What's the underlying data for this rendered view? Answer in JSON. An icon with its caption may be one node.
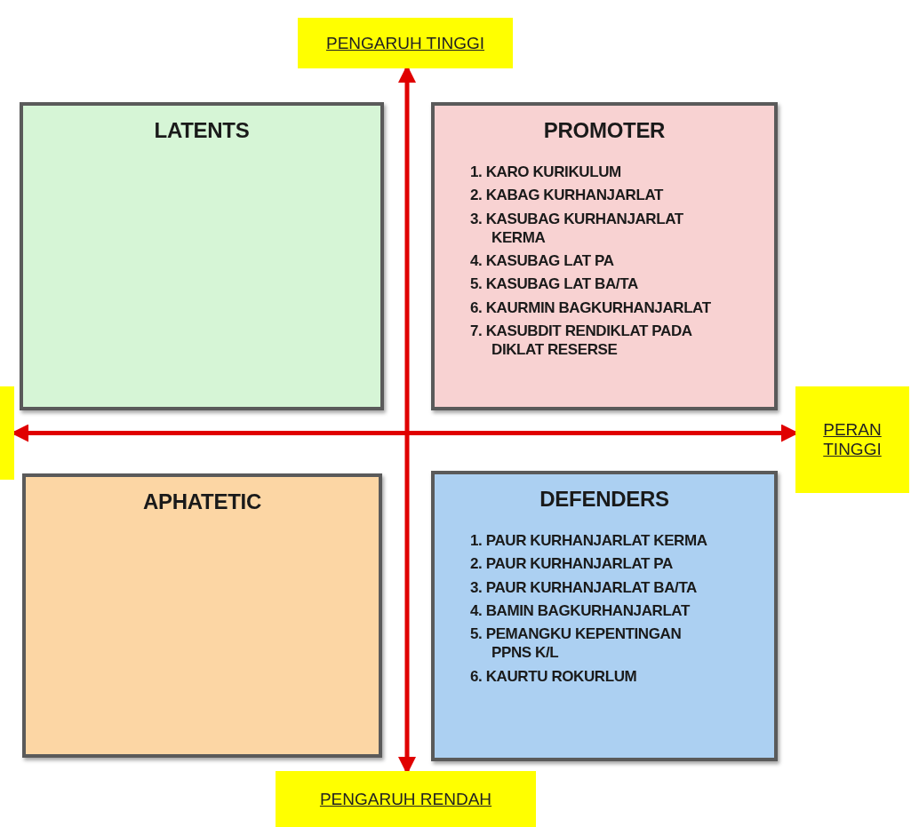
{
  "diagram": {
    "nodes": [
      {
        "text": [
          "PENGARUH TINGGI"
        ]
      },
      {
        "text": [
          "LATENTS"
        ]
      },
      {
        "text": [
          "PROMOTER",
          "1. KARO KURIKULUM",
          "2. KABAG KURHANJARLAT",
          "3. KASUBAG KURHANJARLAT KERMA",
          "4. KASUBAG LAT PA",
          "5. KASUBAG LAT BA/TA",
          "6. KAURMIN BAGKURHANJARLAT",
          "7. KASUBDIT RENDIKLAT PADA DIKLAT RESERSE"
        ]
      },
      {
        "text": [],
        "shape": "box"
      },
      {
        "text": [
          "PERAN TINGGI"
        ]
      },
      {
        "text": [
          "APHATETIC"
        ]
      },
      {
        "text": [
          "DEFENDERS",
          "1. PAUR KURHANJARLAT KERMA",
          "2. PAUR KURHANJARLAT PA",
          "3. PAUR KURHANJARLAT BA/TA",
          "4. BAMIN BAGKURHANJARLAT",
          "5. PEMANGKU KEPENTINGAN PPNS K/L",
          "6. KAURTU ROKURLUM"
        ]
      },
      {
        "text": [
          "PENGARUH RENDAH"
        ]
      }
    ],
    "edges": [
      {
        "from": 0,
        "to": 7,
        "arrow": "both"
      },
      {
        "from": 3,
        "to": 4,
        "arrow": "both"
      }
    ]
  }
}
